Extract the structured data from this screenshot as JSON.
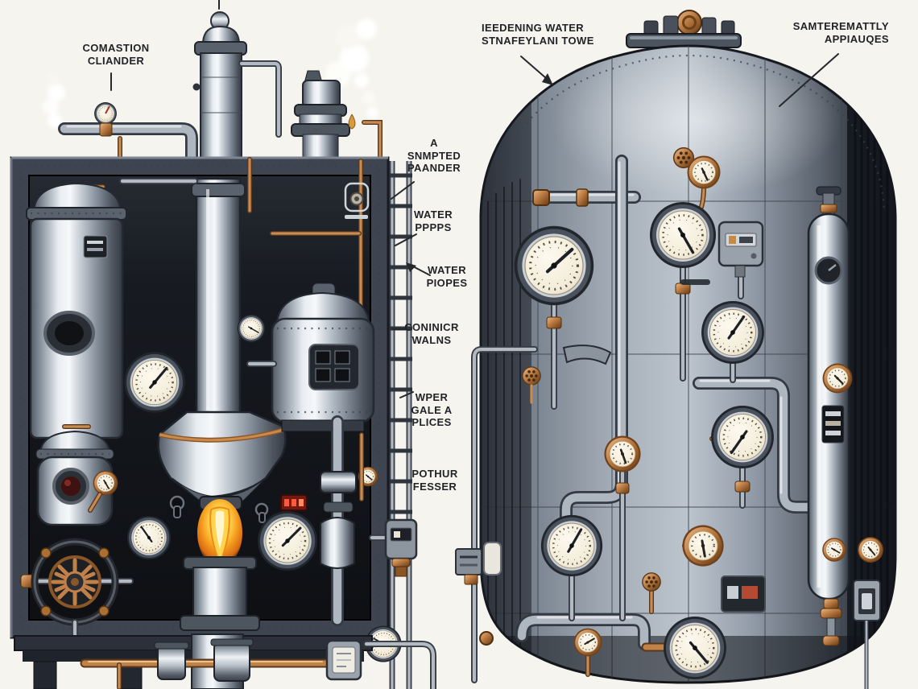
{
  "scene": {
    "description": "Stylized technical illustration of two industrial boiler / water-tank machines covered in pipes and pressure gauges, annotated with labels"
  },
  "labels": {
    "combustion_chamber": {
      "lines": [
        "COMASTION",
        "CLIANDER"
      ]
    },
    "sampled_pander": {
      "lines": [
        "A",
        "SNMPTED",
        "PAANDER"
      ]
    },
    "water_pumps": {
      "lines": [
        "WATER",
        "PPPPS"
      ]
    },
    "water_pipes": {
      "lines": [
        "WATER",
        "PIOPES"
      ]
    },
    "connector_valves": {
      "lines": [
        "CONINICR",
        "WALNS"
      ]
    },
    "upper_gauge_places": {
      "lines": [
        "WPER",
        "GALE A",
        "PLICES"
      ]
    },
    "pother_fesser": {
      "lines": [
        "POTHUR",
        "FESSER"
      ]
    },
    "feeding_water_tower": {
      "lines": [
        "IEEDENING WATER",
        "STNAFEYLANI TOWE"
      ]
    },
    "automatic_gauges": {
      "lines": [
        "SAMTEREMATTLY",
        "APPIAUQES"
      ]
    }
  },
  "palette": {
    "background": "#f5f4ee",
    "panel_dark": "#14171c",
    "frame_grey": "#3f4550",
    "metal_light": "#e8edf1",
    "tank_grey": "#8d97a3",
    "copper": "#bf8349",
    "gauge_face": "#f3ecd9",
    "flame_orange": "#f59d1f",
    "led_red": "#b33a24",
    "label_ink": "#212327"
  }
}
